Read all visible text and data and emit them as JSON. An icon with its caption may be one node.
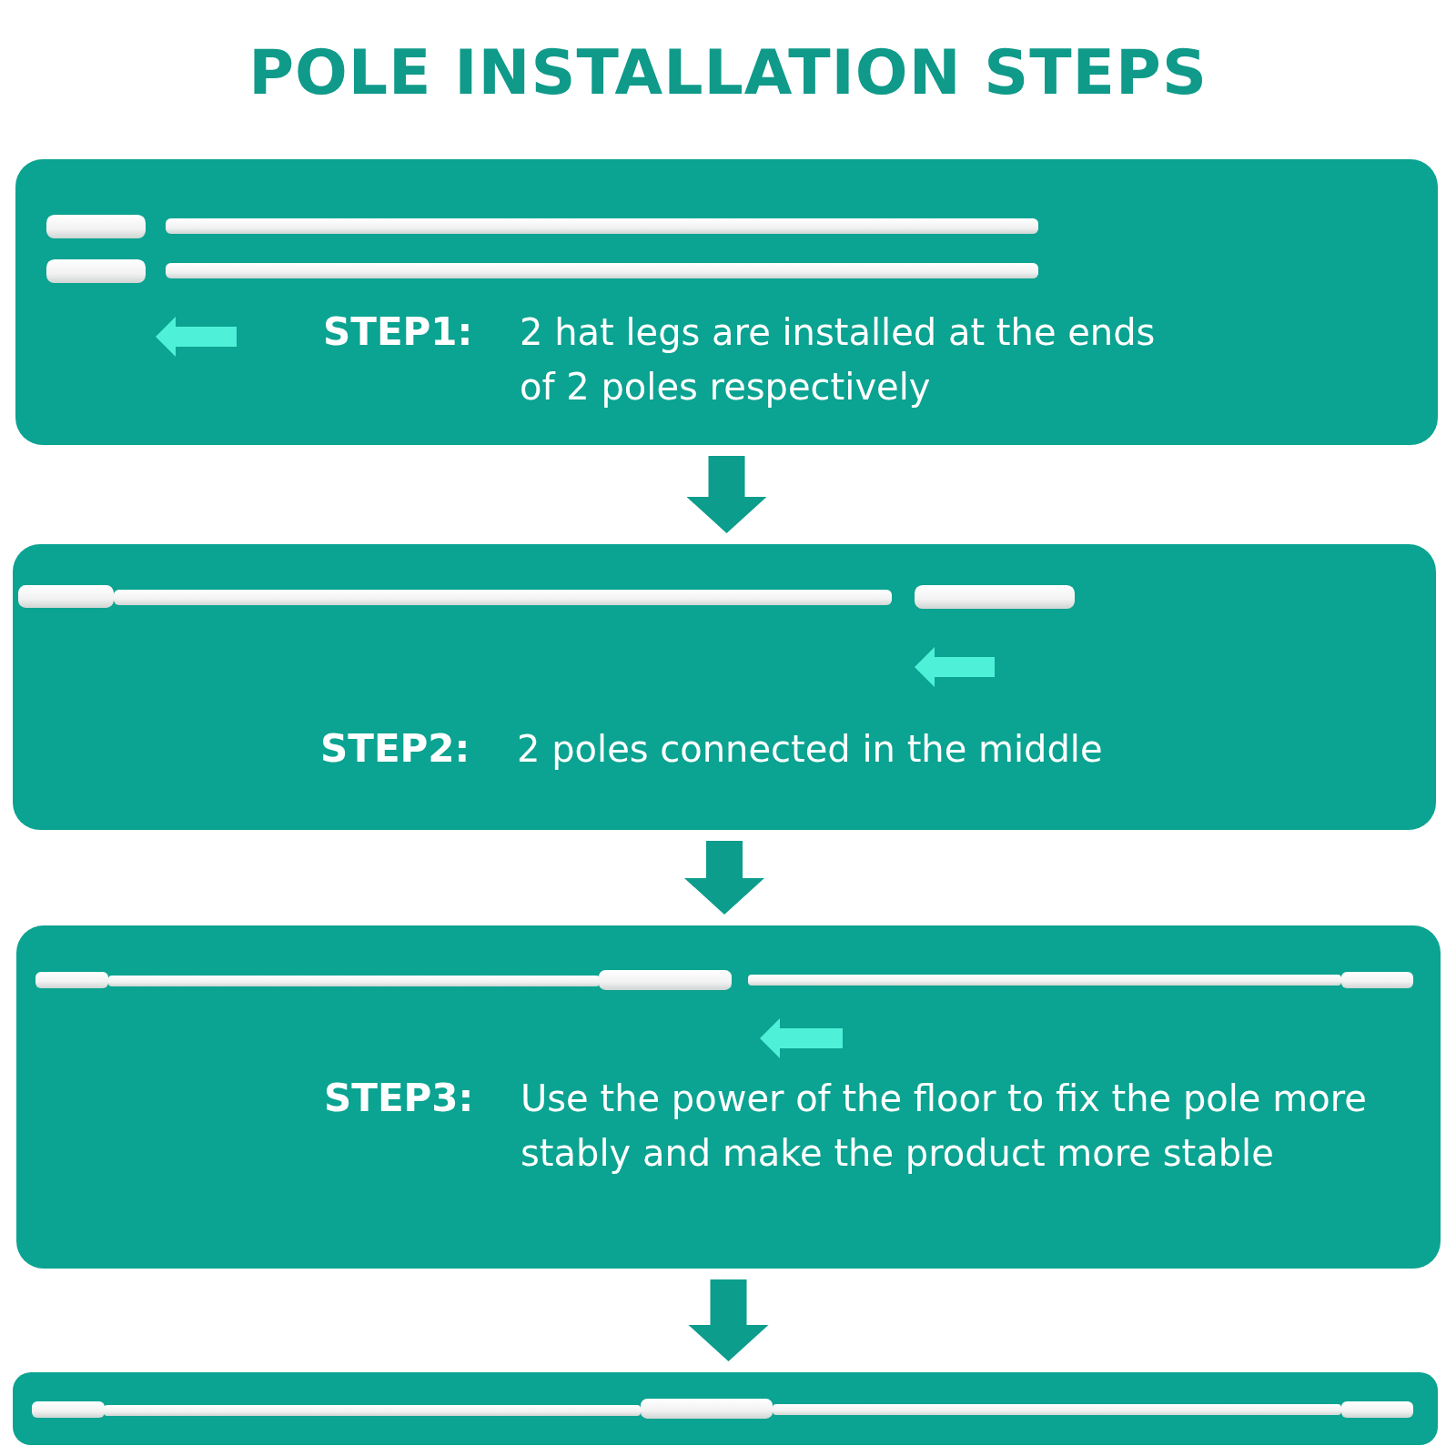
{
  "diagram": {
    "title": "POLE INSTALLATION STEPS",
    "nodes": [
      {
        "text": [
          "STEP1:",
          "2 hat legs are installed at the ends of 2 poles respectively"
        ]
      },
      {
        "text": [
          "STEP2:",
          "2 poles connected in the middle"
        ]
      },
      {
        "text": [
          "STEP3:",
          "Use the power of the floor to fix the pole more stably and make the product more stable"
        ]
      },
      {
        "text": [],
        "shape": "box"
      }
    ],
    "edges": [
      {
        "from": 0,
        "to": 1,
        "arrow": "to"
      },
      {
        "from": 1,
        "to": 2,
        "arrow": "to"
      },
      {
        "from": 2,
        "to": 3,
        "arrow": "to"
      }
    ]
  }
}
